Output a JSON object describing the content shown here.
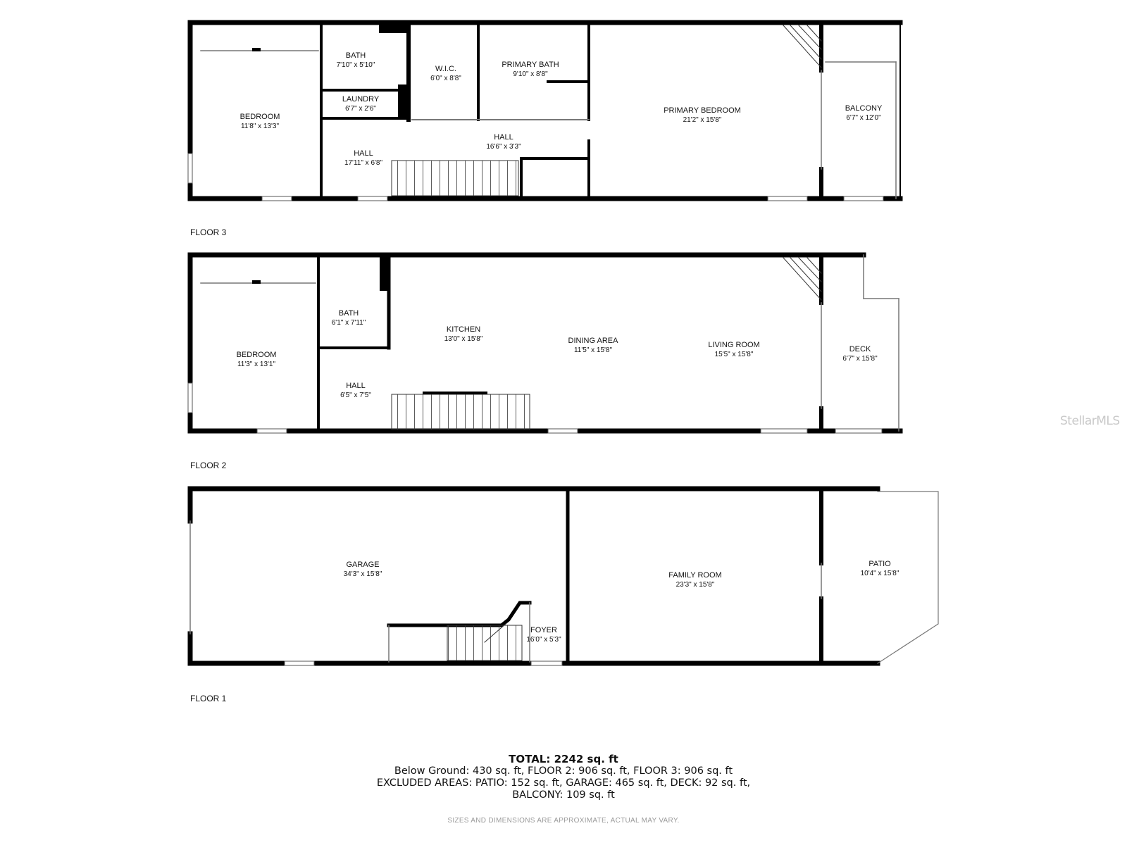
{
  "floors": {
    "floor3": {
      "label": "FLOOR 3",
      "rooms": {
        "bedroom": {
          "name": "BEDROOM",
          "dim": "11'8\" x 13'3\""
        },
        "bath": {
          "name": "BATH",
          "dim": "7'10\" x 5'10\""
        },
        "laundry": {
          "name": "LAUNDRY",
          "dim": "6'7\" x 2'6\""
        },
        "hall_left": {
          "name": "HALL",
          "dim": "17'11\" x 6'8\""
        },
        "wic": {
          "name": "W.I.C.",
          "dim": "6'0\" x 8'8\""
        },
        "primary_bath": {
          "name": "PRIMARY BATH",
          "dim": "9'10\" x 8'8\""
        },
        "hall_center": {
          "name": "HALL",
          "dim": "16'6\" x 3'3\""
        },
        "primary_bedroom": {
          "name": "PRIMARY BEDROOM",
          "dim": "21'2\" x 15'8\""
        },
        "balcony": {
          "name": "BALCONY",
          "dim": "6'7\" x 12'0\""
        }
      }
    },
    "floor2": {
      "label": "FLOOR 2",
      "rooms": {
        "bedroom": {
          "name": "BEDROOM",
          "dim": "11'3\" x 13'1\""
        },
        "bath": {
          "name": "BATH",
          "dim": "6'1\" x 7'11\""
        },
        "hall": {
          "name": "HALL",
          "dim": "6'5\" x 7'5\""
        },
        "kitchen": {
          "name": "KITCHEN",
          "dim": "13'0\" x 15'8\""
        },
        "dining": {
          "name": "DINING AREA",
          "dim": "11'5\" x 15'8\""
        },
        "living": {
          "name": "LIVING ROOM",
          "dim": "15'5\" x 15'8\""
        },
        "deck": {
          "name": "DECK",
          "dim": "6'7\" x 15'8\""
        }
      }
    },
    "floor1": {
      "label": "FLOOR 1",
      "rooms": {
        "garage": {
          "name": "GARAGE",
          "dim": "34'3\" x 15'8\""
        },
        "family": {
          "name": "FAMILY ROOM",
          "dim": "23'3\" x 15'8\""
        },
        "patio": {
          "name": "PATIO",
          "dim": "10'4\" x 15'8\""
        },
        "foyer": {
          "name": "FOYER",
          "dim": "16'0\" x 5'3\""
        }
      }
    }
  },
  "summary": {
    "total": "TOTAL: 2242 sq. ft",
    "line1": "Below Ground: 430 sq. ft, FLOOR 2: 906 sq. ft, FLOOR 3: 906 sq. ft",
    "line2": "EXCLUDED AREAS: PATIO: 152 sq. ft, GARAGE: 465 sq. ft, DECK: 92 sq. ft,",
    "line3": "BALCONY: 109 sq. ft"
  },
  "disclaimer": "SIZES AND DIMENSIONS ARE APPROXIMATE, ACTUAL MAY VARY.",
  "watermark": "StellarMLS",
  "colors": {
    "wall": "#000000",
    "background": "#ffffff",
    "thin_line": "#777777"
  }
}
